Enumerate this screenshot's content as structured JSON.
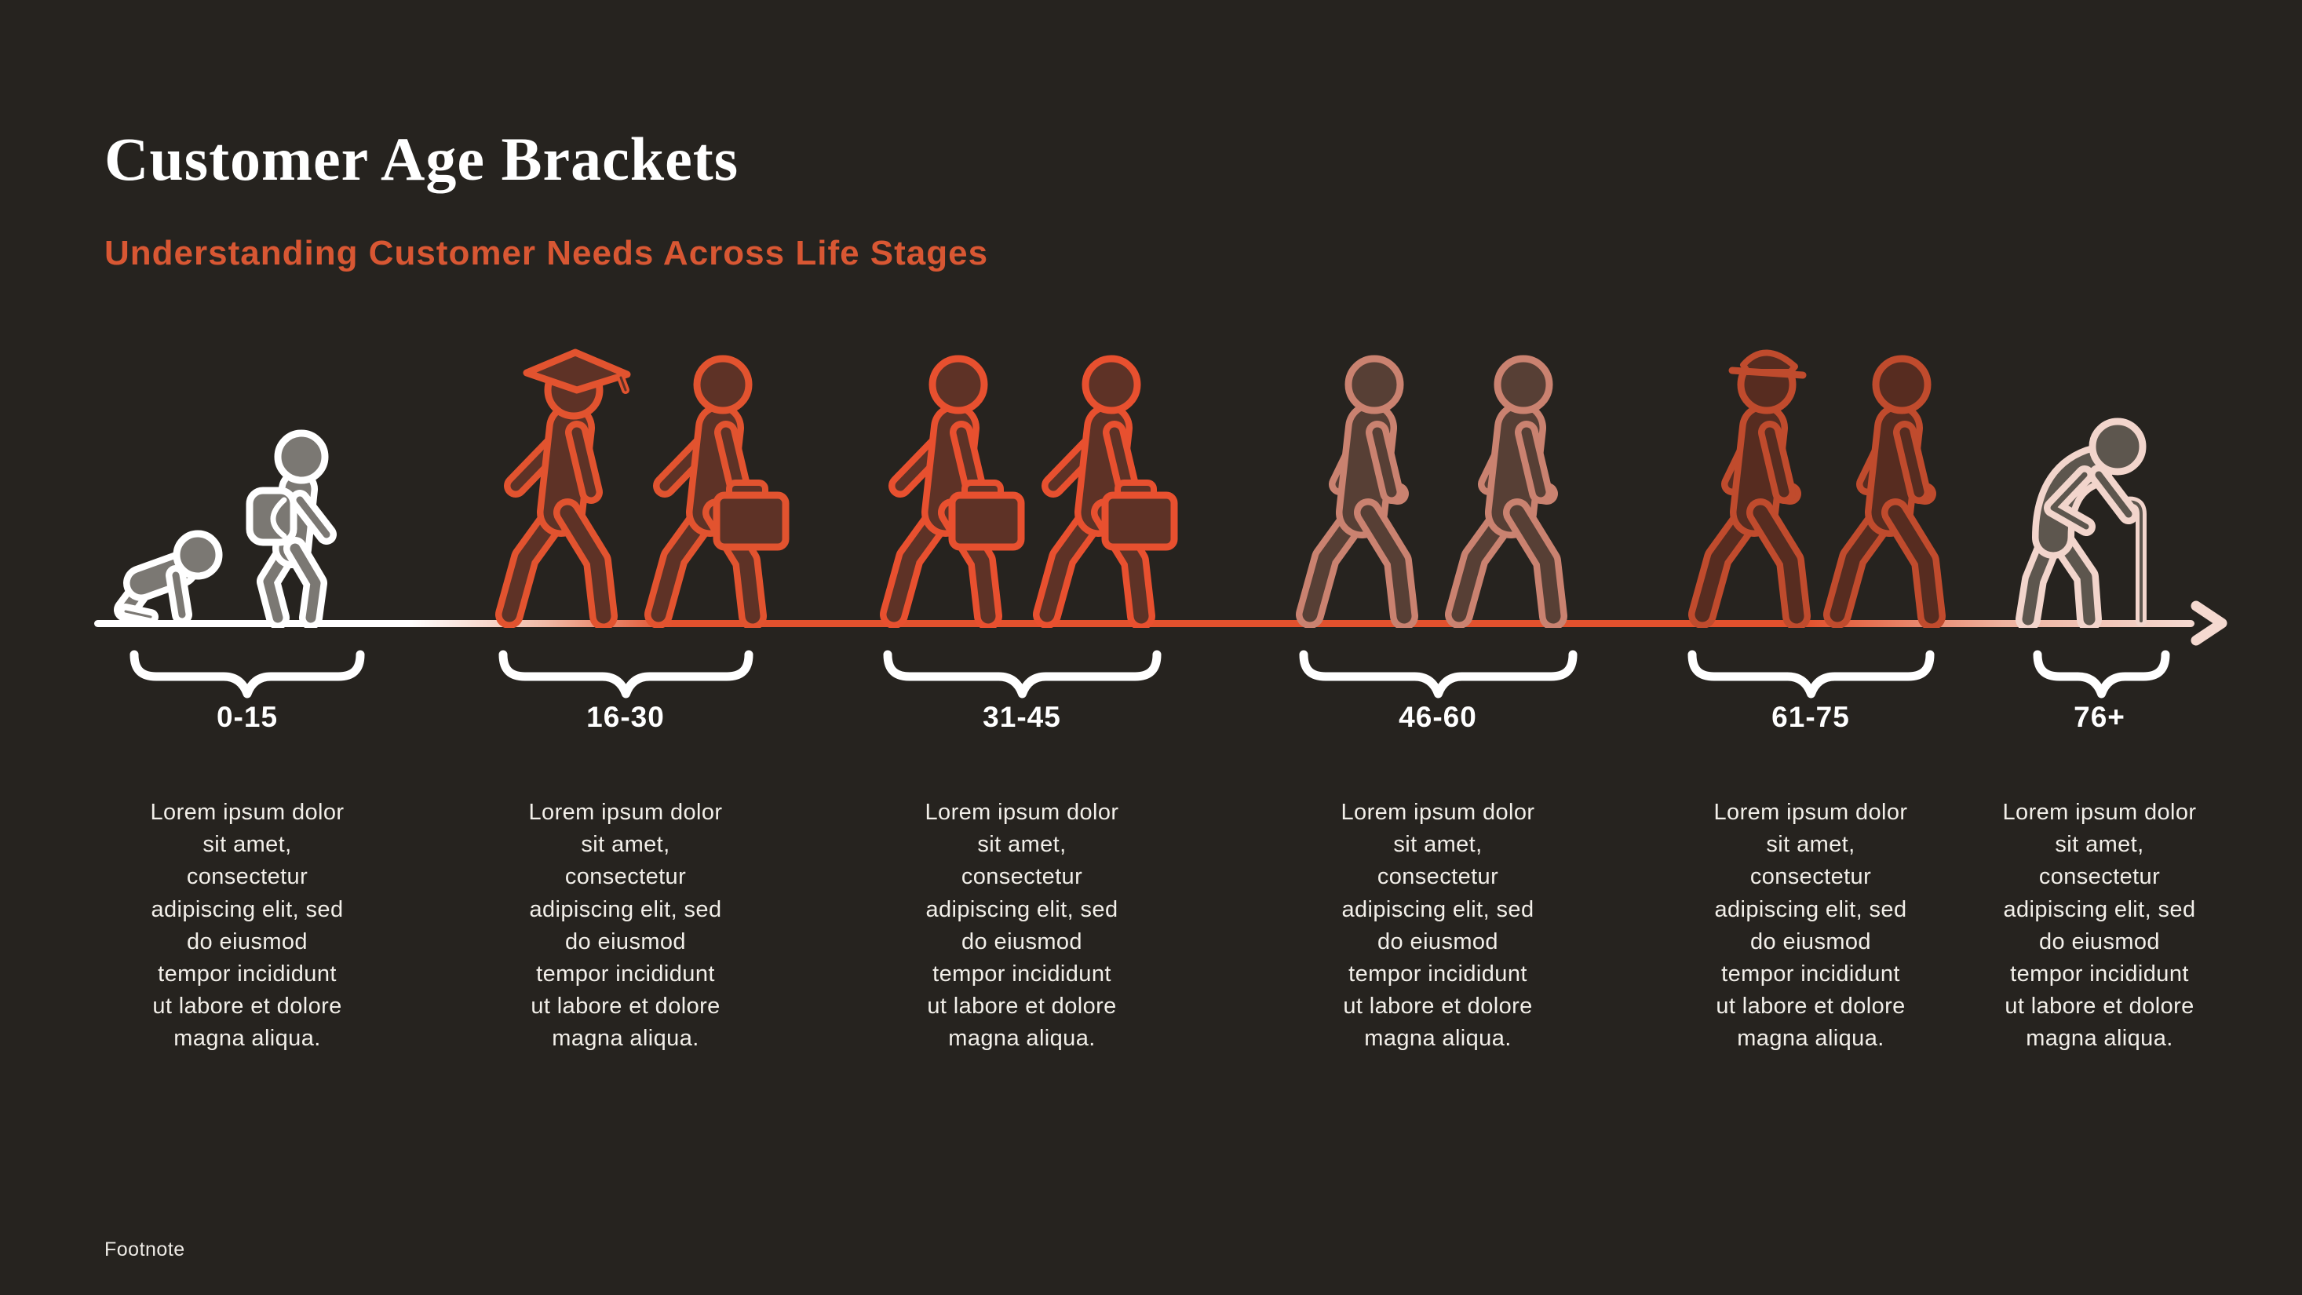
{
  "header": {
    "title": "Customer Age Brackets",
    "subtitle": "Understanding Customer Needs Across Life Stages"
  },
  "footnote": "Footnote",
  "timeline": {
    "description": "life-stage timeline arrow pointing right",
    "gradient": [
      "#ffffff",
      "#e2512d",
      "#f5d9d0"
    ]
  },
  "colors": {
    "background": "#26231f",
    "accent_orange": "#d85733",
    "timeline_orange": "#e2512d",
    "timeline_pink": "#f5d9d0",
    "brace_white": "#ffffff",
    "body_text": "#f2efe9"
  },
  "groups": [
    {
      "label": "0-15",
      "description": "Lorem ipsum dolor sit amet, consectetur adipiscing elit, sed do eiusmod tempor incididunt ut labore et dolore magna aliqua.",
      "figures": [
        "crawling-baby",
        "child-with-backpack"
      ],
      "stroke": "#ffffff",
      "fill": "#7b7873"
    },
    {
      "label": "16-30",
      "description": "Lorem ipsum dolor sit amet, consectetur adipiscing elit, sed do eiusmod tempor incididunt ut labore et dolore magna aliqua.",
      "figures": [
        "graduate",
        "business-briefcase"
      ],
      "stroke": "#e2532f",
      "fill": "#5e3226"
    },
    {
      "label": "31-45",
      "description": "Lorem ipsum dolor sit amet, consectetur adipiscing elit, sed do eiusmod tempor incididunt ut labore et dolore magna aliqua.",
      "figures": [
        "business-briefcase",
        "business-briefcase"
      ],
      "stroke": "#e8502f",
      "fill": "#5e3226"
    },
    {
      "label": "46-60",
      "description": "Lorem ipsum dolor sit amet, consectetur adipiscing elit, sed do eiusmod tempor incididunt ut labore et dolore magna aliqua.",
      "figures": [
        "business",
        "business"
      ],
      "stroke": "#ca8270",
      "fill": "#573f35"
    },
    {
      "label": "61-75",
      "description": "Lorem ipsum dolor sit amet, consectetur adipiscing elit, sed do eiusmod tempor incididunt ut labore et dolore magna aliqua.",
      "figures": [
        "senior-hat",
        "senior"
      ],
      "stroke": "#c04b2d",
      "fill": "#572c20"
    },
    {
      "label": "76+",
      "description": "Lorem ipsum dolor sit amet, consectetur adipiscing elit, sed do eiusmod tempor incididunt ut labore et dolore magna aliqua.",
      "figures": [
        "elderly-cane"
      ],
      "stroke": "#f2d5cc",
      "fill": "#5d564e"
    }
  ]
}
